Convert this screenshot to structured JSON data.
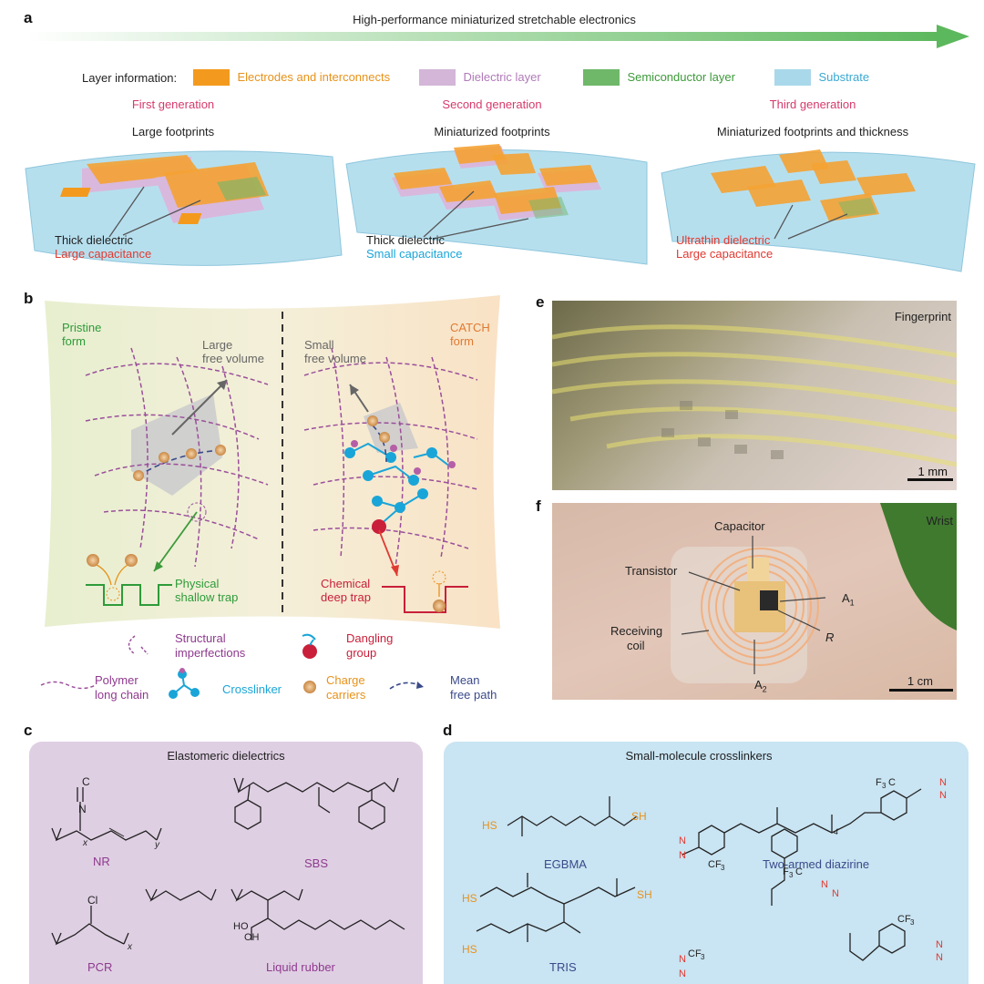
{
  "panel_a": {
    "letter": "a",
    "arrow_title": "High-performance miniaturized stretchable electronics",
    "layer_info_label": "Layer information:",
    "legend": [
      {
        "label": "Electrodes and interconnects",
        "color": "#f39a1e",
        "text_color": "#e8921a"
      },
      {
        "label": "Dielectric layer",
        "color": "#d3b6d8",
        "text_color": "#b07ab8"
      },
      {
        "label": "Semiconductor layer",
        "color": "#6fb86a",
        "text_color": "#3d9a3a"
      },
      {
        "label": "Substrate",
        "color": "#a9d8ea",
        "text_color": "#3aa9d3"
      }
    ],
    "generations": [
      {
        "name": "First generation",
        "footprint": "Large footprints",
        "note1": "Thick dielectric",
        "note2": "Large capacitance"
      },
      {
        "name": "Second generation",
        "footprint": "Miniaturized footprints",
        "note1": "Thick dielectric",
        "note2": "Small capacitance"
      },
      {
        "name": "Third generation",
        "footprint": "Miniaturized footprints and thickness",
        "note1": "Ultrathin dielectric",
        "note2": "Large capacitance"
      }
    ]
  },
  "panel_b": {
    "letter": "b",
    "left_form": [
      "Pristine",
      "form"
    ],
    "right_form": [
      "CATCH",
      "form"
    ],
    "large_fv": [
      "Large",
      "free volume"
    ],
    "small_fv": [
      "Small",
      "free volume"
    ],
    "physical_trap": [
      "Physical",
      "shallow trap"
    ],
    "chemical_trap": [
      "Chemical",
      "deep trap"
    ],
    "legend": {
      "structural": [
        "Structural",
        "imperfections"
      ],
      "dangling": [
        "Dangling",
        "group"
      ],
      "polymer": [
        "Polymer",
        "long chain"
      ],
      "crosslinker": "Crosslinker",
      "charge": [
        "Charge",
        "carriers"
      ],
      "mean_path": [
        "Mean",
        "free path"
      ]
    }
  },
  "panel_e": {
    "letter": "e",
    "label": "Fingerprint",
    "scale": "1 mm"
  },
  "panel_f": {
    "letter": "f",
    "label": "Wrist",
    "scale": "1 cm",
    "capacitor": "Capacitor",
    "transistor": "Transistor",
    "receiving": [
      "Receiving",
      "coil"
    ],
    "a1": "A",
    "a1_sub": "1",
    "r": "R",
    "a2": "A",
    "a2_sub": "2"
  },
  "panel_c": {
    "letter": "c",
    "box_title": "Elastomeric dielectrics",
    "molecules": [
      "NR",
      "SBS",
      "PCR",
      "Liquid rubber"
    ]
  },
  "panel_d": {
    "letter": "d",
    "box_title": "Small-molecule crosslinkers",
    "molecules": [
      "EGBMA",
      "Two-armed diazirine",
      "TRIS"
    ],
    "sh": "SH",
    "hs": "HS"
  },
  "colors": {
    "pink": "#d63a6c",
    "red": "#e03a32",
    "cyan": "#1aa5d8",
    "green": "#2e9b3a",
    "purple": "#8e3a8e",
    "navy": "#3a4a8a",
    "orange": "#e8921a"
  }
}
